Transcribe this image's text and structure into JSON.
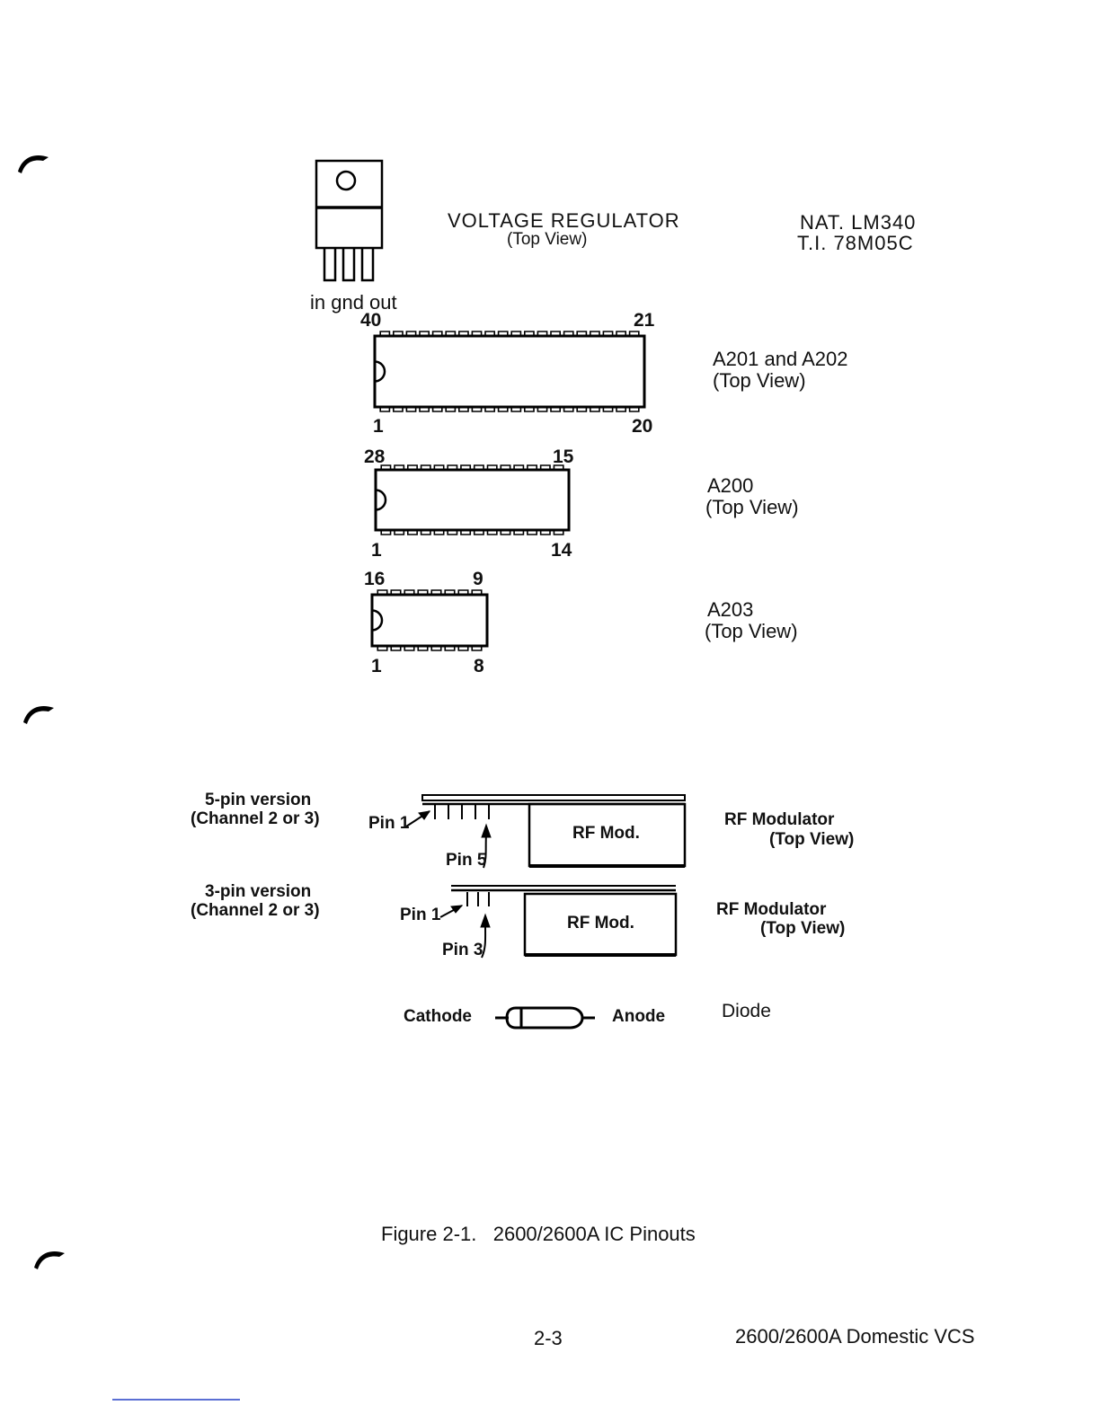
{
  "regulator": {
    "title": "VOLTAGE REGULATOR",
    "view": "(Top View)",
    "part_line1": "NAT. LM340",
    "part_line2": "T.I. 78M05C",
    "pin_labels": "in gnd out"
  },
  "chips": [
    {
      "name_line1": "A201 and A202",
      "name_line2": "(Top View)",
      "pins": 40,
      "top_left": "40",
      "top_right": "21",
      "bottom_left": "1",
      "bottom_right": "20"
    },
    {
      "name_line1": "A200",
      "name_line2": "(Top View)",
      "pins": 28,
      "top_left": "28",
      "top_right": "15",
      "bottom_left": "1",
      "bottom_right": "14"
    },
    {
      "name_line1": "A203",
      "name_line2": "(Top View)",
      "pins": 16,
      "top_left": "16",
      "top_right": "9",
      "bottom_left": "1",
      "bottom_right": "8"
    }
  ],
  "rf_modulators": [
    {
      "version_line1": "5-pin version",
      "version_line2": "(Channel 2 or 3)",
      "pin_first": "Pin 1",
      "pin_last": "Pin 5",
      "box_label": "RF Mod.",
      "title_line1": "RF Modulator",
      "title_line2": "(Top View)"
    },
    {
      "version_line1": "3-pin version",
      "version_line2": "(Channel 2 or 3)",
      "pin_first": "Pin 1",
      "pin_last": "Pin 3",
      "box_label": "RF Mod.",
      "title_line1": "RF Modulator",
      "title_line2": "(Top View)"
    }
  ],
  "diode": {
    "cathode": "Cathode",
    "anode": "Anode",
    "title": "Diode"
  },
  "caption": "Figure 2-1.   2600/2600A IC Pinouts",
  "footer": {
    "page_number": "2-3",
    "document_title": "2600/2600A Domestic VCS"
  }
}
